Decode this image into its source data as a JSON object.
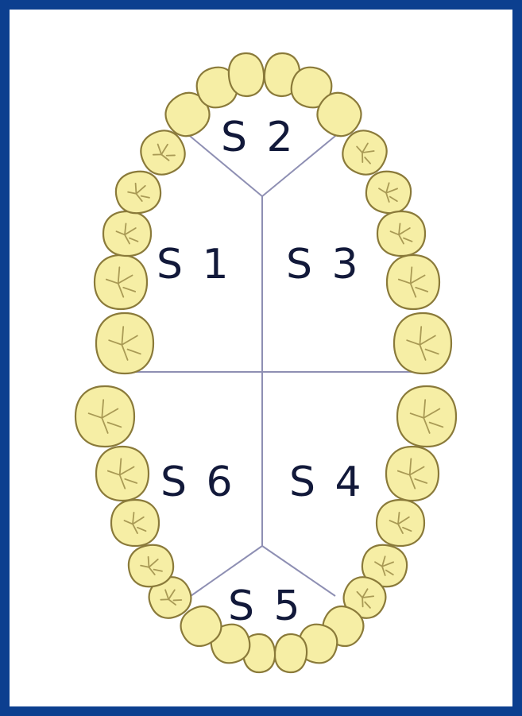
{
  "diagram": {
    "border_color": "#0c3f8f",
    "tooth_color": "#f6eea5",
    "divider_color": "#8e8fb3",
    "sextants": [
      {
        "id": "s1",
        "label": "S 1"
      },
      {
        "id": "s2",
        "label": "S 2"
      },
      {
        "id": "s3",
        "label": "S 3"
      },
      {
        "id": "s4",
        "label": "S 4"
      },
      {
        "id": "s5",
        "label": "S 5"
      },
      {
        "id": "s6",
        "label": "S 6"
      }
    ]
  }
}
